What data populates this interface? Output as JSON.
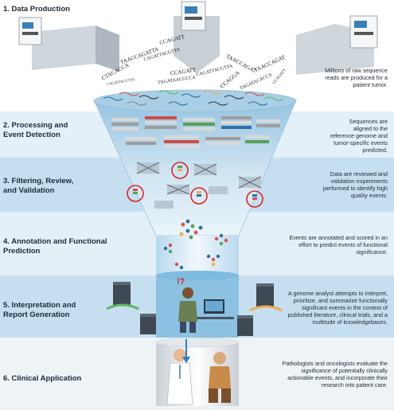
{
  "stages": [
    {
      "title_lines": [
        "1. Data Production"
      ],
      "description_lines": [
        "Millions of raw sequence",
        "reads are produced for a",
        "patient tumor."
      ]
    },
    {
      "title_lines": [
        "2. Processing and",
        "Event Detection"
      ],
      "description_lines": [
        "Sequences are",
        "aligned to the",
        "reference genome and",
        "tumor-specific events",
        "predicted."
      ]
    },
    {
      "title_lines": [
        "3. Filtering, Review,",
        "and Validation"
      ],
      "description_lines": [
        "Data are reviewed and",
        "validation experiments",
        "performed to identify high",
        "quality events."
      ]
    },
    {
      "title_lines": [
        "4. Annotation and Functional",
        "Prediction"
      ],
      "description_lines": [
        "Events are annotated and scored in an",
        "effort to predict events of  functional",
        "significance."
      ]
    },
    {
      "title_lines": [
        "5. Interpretation and",
        "Report Generation"
      ],
      "description_lines": [
        "A genome analyst attempts to interpret,",
        "prioritize, and summarize functionally",
        "significant events in the context of",
        "published literature, clinical trials, and a",
        "multitude of knowledgebases."
      ]
    },
    {
      "title_lines": [
        "6. Clinical Application"
      ],
      "description_lines": [
        "Pathologists and oncologists evaluate the",
        "significance of potentially clinically",
        "actionable events, and incorporate their",
        "research into patient care."
      ]
    }
  ],
  "sequences": [
    "CTACACCA",
    "TAACCAGATTA",
    "CCAGATT",
    "CAGATTACGTTA",
    "CCAGATT",
    "CAGATTACGTTA",
    "CCAGGA",
    "TAACCAGAT",
    "TAACCAGAT",
    "TAGATAACGCCA",
    "CAGATTACGTTA",
    "TAGATACACCA",
    "CCAGATT"
  ],
  "analyst_exclamation": "!?",
  "colors": {
    "band_light": "#e4f0f8",
    "band_mid": "#c6dff0",
    "funnel_top": "#8fc0df",
    "funnel_bottom": "#e6f2fa",
    "title_text": "#1b2a3a",
    "validation_circle": "#d62728"
  },
  "icons": [
    "sequencer-icon",
    "alignment-icon",
    "validation-circle-icon",
    "network-icon",
    "server-icon",
    "analyst-icon",
    "doctor-icon",
    "patient-icon",
    "arrow-down-icon"
  ]
}
